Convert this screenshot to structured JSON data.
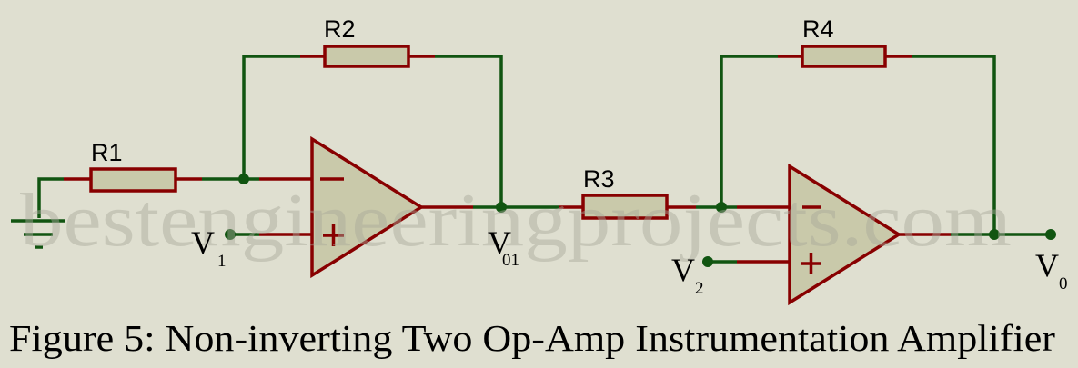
{
  "colors": {
    "background": "#dfdfd0",
    "wire": "#115511",
    "component": "#880000",
    "component_fill": "#c9c9aa"
  },
  "resistors": {
    "r1": "R1",
    "r2": "R2",
    "r3": "R3",
    "r4": "R4"
  },
  "nodes": {
    "v1": {
      "main": "V",
      "sub": "1"
    },
    "v01": {
      "main": "V",
      "sub": "01"
    },
    "v2": {
      "main": "V",
      "sub": "2"
    },
    "v0": {
      "main": "V",
      "sub": "0"
    }
  },
  "opamp_signs": {
    "minus": "−",
    "plus": "+"
  },
  "watermark": "bestengineeringprojects.com",
  "caption": "Figure 5: Non-inverting Two Op-Amp Instrumentation Amplifier"
}
